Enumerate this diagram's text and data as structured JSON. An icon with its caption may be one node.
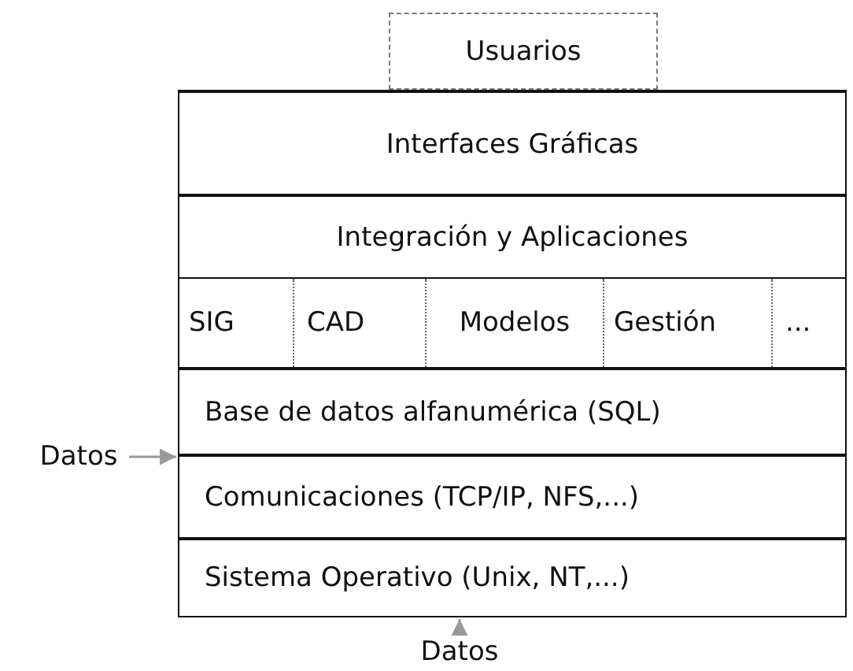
{
  "diagram": {
    "nodes": [
      {
        "text": [
          "Usuarios"
        ]
      },
      {
        "text": [
          "Interfaces Gráficas"
        ]
      },
      {
        "text": [
          "Integración y Aplicaciones"
        ]
      },
      {
        "text": [
          "SIG"
        ]
      },
      {
        "text": [
          "CAD"
        ]
      },
      {
        "text": [
          "Modelos"
        ]
      },
      {
        "text": [
          "Gestión"
        ]
      },
      {
        "text": [
          "..."
        ]
      },
      {
        "text": [
          "Base de datos alfanumérica (SQL)"
        ]
      },
      {
        "text": [
          "Comunicaciones (TCP/IP, NFS,...)"
        ]
      },
      {
        "text": [
          "Sistema Operativo (Unix, NT,...)"
        ]
      },
      {
        "text": [
          "Datos"
        ]
      },
      {
        "text": [
          "Datos"
        ]
      }
    ],
    "edges": [
      {
        "from": 11,
        "to": 9,
        "arrow": "to"
      },
      {
        "from": 12,
        "to": 10,
        "arrow": "to"
      }
    ]
  }
}
